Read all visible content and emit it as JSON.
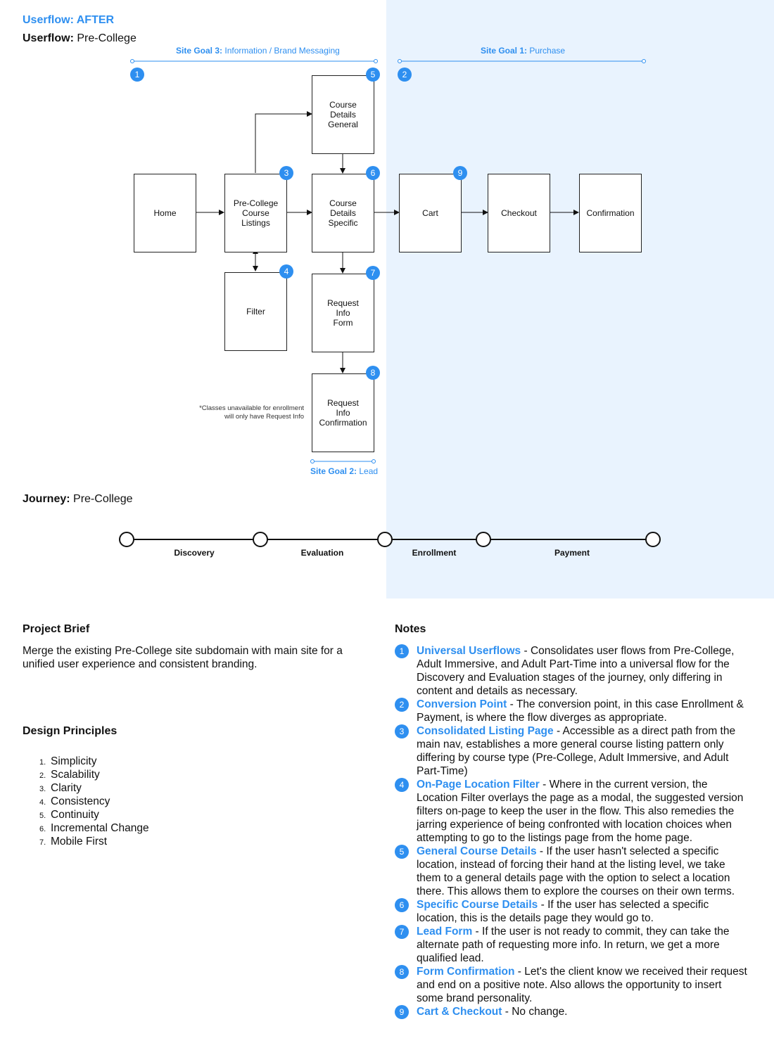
{
  "header": {
    "title_after": "Userflow: AFTER",
    "userflow_label": "Userflow:",
    "userflow_value": "Pre-College"
  },
  "goals": {
    "goal3_label": "Site Goal 3:",
    "goal3_value": "Information / Brand Messaging",
    "goal1_label": "Site Goal 1:",
    "goal1_value": "Purchase",
    "goal2_label": "Site Goal 2:",
    "goal2_value": "Lead"
  },
  "nodes": {
    "home": "Home",
    "listings": "Pre-College\nCourse\nListings",
    "filter": "Filter",
    "general": "Course\nDetails\nGeneral",
    "specific": "Course\nDetails\nSpecific",
    "request_form": "Request\nInfo\nForm",
    "request_confirm": "Request\nInfo\nConfirmation",
    "cart": "Cart",
    "checkout": "Checkout",
    "confirmation": "Confirmation"
  },
  "badges": [
    "1",
    "2",
    "3",
    "4",
    "5",
    "6",
    "7",
    "8",
    "9"
  ],
  "footnote": "*Classes unavailable for enrollment\nwill only have Request Info",
  "journey": {
    "label": "Journey:",
    "value": "Pre-College",
    "stages": [
      "Discovery",
      "Evaluation",
      "Enrollment",
      "Payment"
    ]
  },
  "project_brief": {
    "title": "Project Brief",
    "text": "Merge the existing Pre-College site subdomain with main site for a unified user experience and consistent branding."
  },
  "design_principles": {
    "title": "Design Principles",
    "items": [
      {
        "num": "1.",
        "label": "Simplicity"
      },
      {
        "num": "2.",
        "label": "Scalability"
      },
      {
        "num": "3.",
        "label": "Clarity"
      },
      {
        "num": "4.",
        "label": "Consistency"
      },
      {
        "num": "5.",
        "label": "Continuity"
      },
      {
        "num": "6.",
        "label": "Incremental Change"
      },
      {
        "num": "7.",
        "label": "Mobile First"
      }
    ]
  },
  "notes": {
    "title": "Notes",
    "items": [
      {
        "num": "1",
        "title": "Universal Userflows",
        "text": " - Consolidates user flows from Pre-College, Adult Immersive, and Adult Part-Time into a universal flow for the Discovery and Evaluation stages of the journey, only differing in content and details as necessary."
      },
      {
        "num": "2",
        "title": "Conversion Point",
        "text": " - The conversion point, in this case Enrollment & Payment, is where the flow diverges as appropriate."
      },
      {
        "num": "3",
        "title": "Consolidated Listing Page",
        "text": " - Accessible as a direct path from the main nav, establishes a more general course listing pattern only differing by course type (Pre-College, Adult Immersive, and Adult Part-Time)"
      },
      {
        "num": "4",
        "title": "On-Page Location Filter",
        "text": " - Where in the current version, the Location Filter overlays the page as a modal, the suggested version filters on-page to keep the user in the flow. This also remedies the jarring experience of being confronted with location choices when attempting to go to the listings page from the home page."
      },
      {
        "num": "5",
        "title": "General Course Details",
        "text": " - If the user hasn't selected a specific location, instead of forcing their hand at the listing level, we take them to a general details page with the option to select a location there. This allows them to explore the courses on their own terms."
      },
      {
        "num": "6",
        "title": "Specific Course Details",
        "text": " - If the user has selected a specific location, this is the details page they would go to."
      },
      {
        "num": "7",
        "title": "Lead Form",
        "text": " - If the user is not ready to commit, they can take the alternate path of requesting more info. In return, we get a more qualified lead."
      },
      {
        "num": "8",
        "title": "Form Confirmation",
        "text": " - Let's the client know we received their request and end on a positive note. Also allows the opportunity to insert some brand personality."
      },
      {
        "num": "9",
        "title": "Cart & Checkout",
        "text": " - No change."
      }
    ]
  },
  "colors": {
    "accent": "#2e8ff0",
    "highlight_bg": "#e9f3fe",
    "line": "#222222"
  }
}
